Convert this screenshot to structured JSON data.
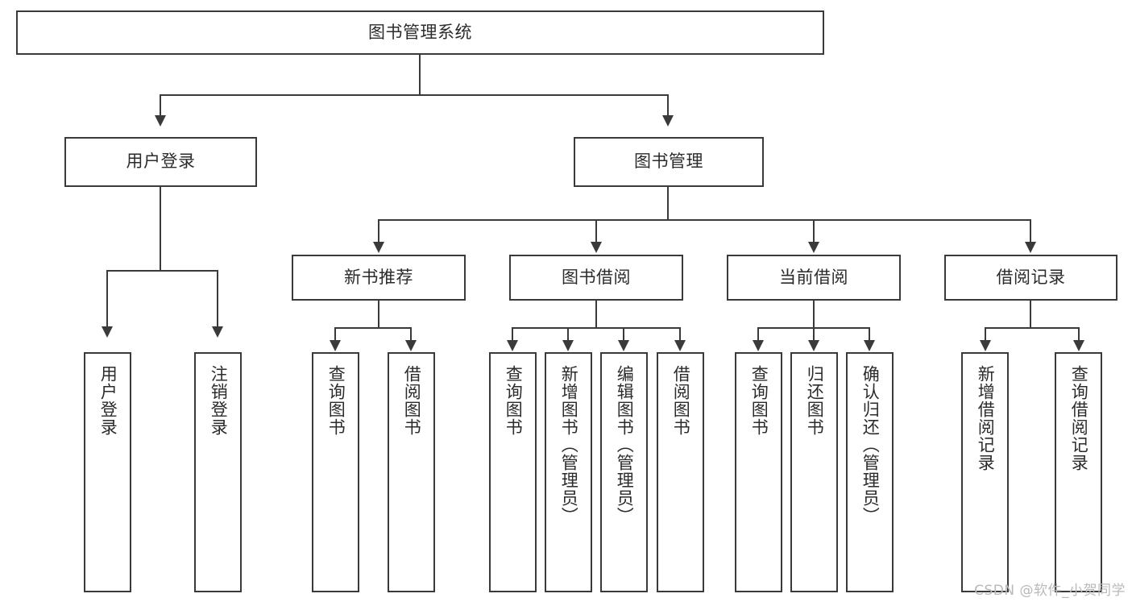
{
  "diagram": {
    "title": "图书管理系统",
    "type": "tree-hierarchy",
    "watermark": "CSDN @软件_小贺同学",
    "colors": {
      "stroke": "#3a3a3a",
      "text": "#2b2b2b",
      "background": "#ffffff",
      "watermark": "#b9b9b9"
    }
  },
  "root": {
    "label": "图书管理系统"
  },
  "level1": [
    {
      "label": "用户登录"
    },
    {
      "label": "图书管理"
    }
  ],
  "level2": [
    {
      "label": "新书推荐"
    },
    {
      "label": "图书借阅"
    },
    {
      "label": "当前借阅"
    },
    {
      "label": "借阅记录"
    }
  ],
  "leaves": {
    "user_login": [
      {
        "label": "用户登录"
      },
      {
        "label": "注销登录"
      }
    ],
    "new_book_recommend": [
      {
        "label": "查询图书"
      },
      {
        "label": "借阅图书"
      }
    ],
    "book_borrow": [
      {
        "label": "查询图书"
      },
      {
        "label": "新增图书（管理员）"
      },
      {
        "label": "编辑图书（管理员）"
      },
      {
        "label": "借阅图书"
      }
    ],
    "current_borrow": [
      {
        "label": "查询图书"
      },
      {
        "label": "归还图书"
      },
      {
        "label": "确认归还（管理员）"
      }
    ],
    "borrow_record": [
      {
        "label": "新增借阅记录"
      },
      {
        "label": "查询借阅记录"
      }
    ]
  }
}
